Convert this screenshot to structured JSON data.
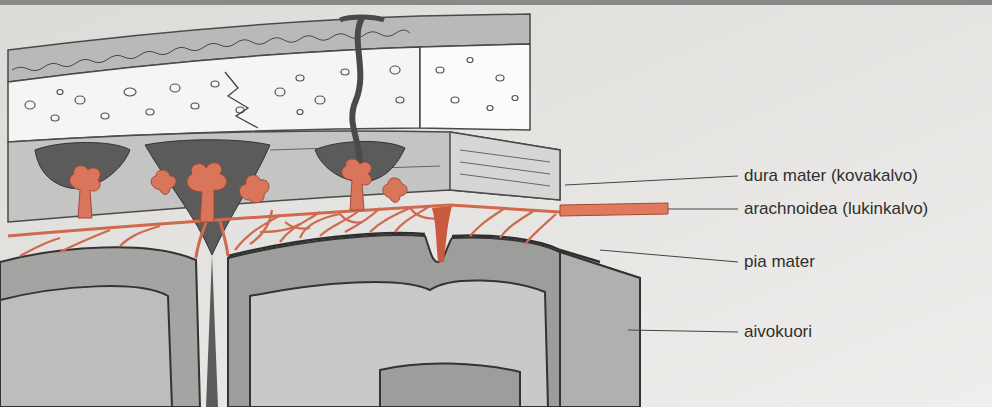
{
  "diagram": {
    "labels": [
      "dura mater (kovakalvo)",
      "arachnoidea (lukinkalvo)",
      "pia mater",
      "aivokuori"
    ]
  }
}
